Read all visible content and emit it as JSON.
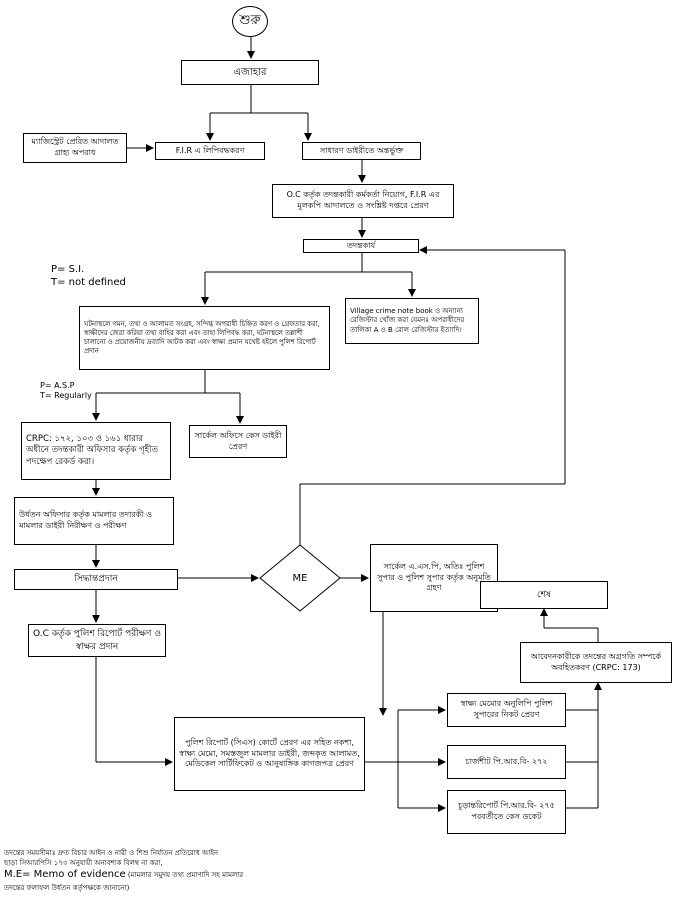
{
  "nodes": {
    "start": "শুরু",
    "ejahar": "এজাহার",
    "magistrate": "ম্যাজিস্ট্রেট প্রেরিত আদালত গ্রাহ্য অপরাধ",
    "fir_record": "F.I.R এ লিপিবদ্ধকরণ",
    "general_diary": "সাধারণ ডাইরীতে অন্তর্ভুক্ত",
    "oc_appoint": "O.C কর্তৃক তদন্তকারী কর্মকর্তা নিয়োগ, F.I.R এর মূলকপি আদালতে ও সংশ্লিষ্ট দপ্তরে প্রেরণ",
    "investigation": "তদন্তকার্য",
    "crime_scene": "ঘটনাস্থলে গমন, তথ্য ও আলামত সংগ্রহ, সন্দিগ্ধ অপরাধী চিহ্নিত করণ ও গ্রেফতার করা, স্বাক্ষীদের জেরা করিয়া তথ্য বাহির করা এবং তাহা লিপিবদ্ধ করা, ঘটনাস্থলে তল্লাশী চালানো ও প্রয়োজনীয় দ্রব্যাদি আটক করা এবং স্বাক্ষ্য প্রমান যথেষ্ট হইলে পুলিশ রিপোর্ট প্রদান",
    "village_crime": "Village crime note book ও অন্যান্য রেজিস্টার খোঁজ করা যেমনঃ অপরাধীদের তালিকা A ও B রোল রেজিস্টার ইত্যাদি।",
    "crpc_record": "CRPC: ১৭২, ১০৩ ও ১৬১ ধারার অধীনে তদন্তকারী অফিসার কর্তৃক গৃহীত পদক্ষেপ রেকর্ড করা।",
    "circle_office": "সার্কেল অফিসে কেস ডাইরী প্রেরণ",
    "senior_officer": "উর্ধতন অফিসার কর্তৃক মামলার তদারকী ও মামলার ডাইরী নিরীক্ষণ ও পরীক্ষণ",
    "decision": "সিদ্ধান্তপ্রদান",
    "me": "ME",
    "circle_asp": "সার্কেল এ.এস.পি, অতিঃ পুলিশ সুপার ও পুলিশ সুপার কর্তৃক অনুমতি গ্রহণ",
    "oc_police_report": "O.C কর্তৃক পুলিশ রিপোর্ট পরীক্ষণ ও স্বাক্ষর প্রদান",
    "police_report_send": "পুলিশ রিপোর্ট (সিএস) কোর্টে প্রেরণ এর সহিত নকশা, স্বাক্ষ্য মেমো, সমস্তজুল মামলার ডাইরী, জব্দকৃত আলামত, মেডিকেল সার্টিফিকেট ও আনুষাঙ্গিক কাগজপত্র প্রেরণ",
    "witness_memo": "স্বাক্ষ্য মেমোর অনুলিপি পুলিশ সুপারের নিকট প্রেরণ",
    "chargesheet": "চার্জশীট পি.আর.বি- ২৭২",
    "final_report": "চূড়ান্তরিপোর্ট পি.আর.বি- ২৭৫ পরবর্তীতে কেস ডকেট",
    "inform_applicant": "আবেদনকারীকে তদন্তের অগ্রগতি সম্পর্কে অবহিতকরণ (CRPC: 173)",
    "end": "শেষ"
  },
  "labels": {
    "ps_si": "P= S.I.",
    "t_not_defined": "T= not defined",
    "p_asp": "P= A.S.P",
    "t_regularly": "T= Regularly"
  },
  "footnotes": {
    "line1": "তদন্তের সময়সীমাঃ দ্রুত বিচার আইন ও নারী ও শিশু নির্যাতন প্রতিরোধ আইন",
    "line2": "ছাড়া সিআরপিসি ১৭৩ অনুযায়ী অনাবশ্যক বিলম্ব না করা,",
    "line3_head": "M.E= Memo of evidence",
    "line3_tail": " (মামলার সমুদয় তথ্য প্রমাণাদি সহ মামলার",
    "line4": "তদন্তের ফলাফল উর্ধতন কর্তৃপক্ষকে জানানো)"
  },
  "colors": {
    "line": "#000000",
    "background": "#ffffff"
  }
}
